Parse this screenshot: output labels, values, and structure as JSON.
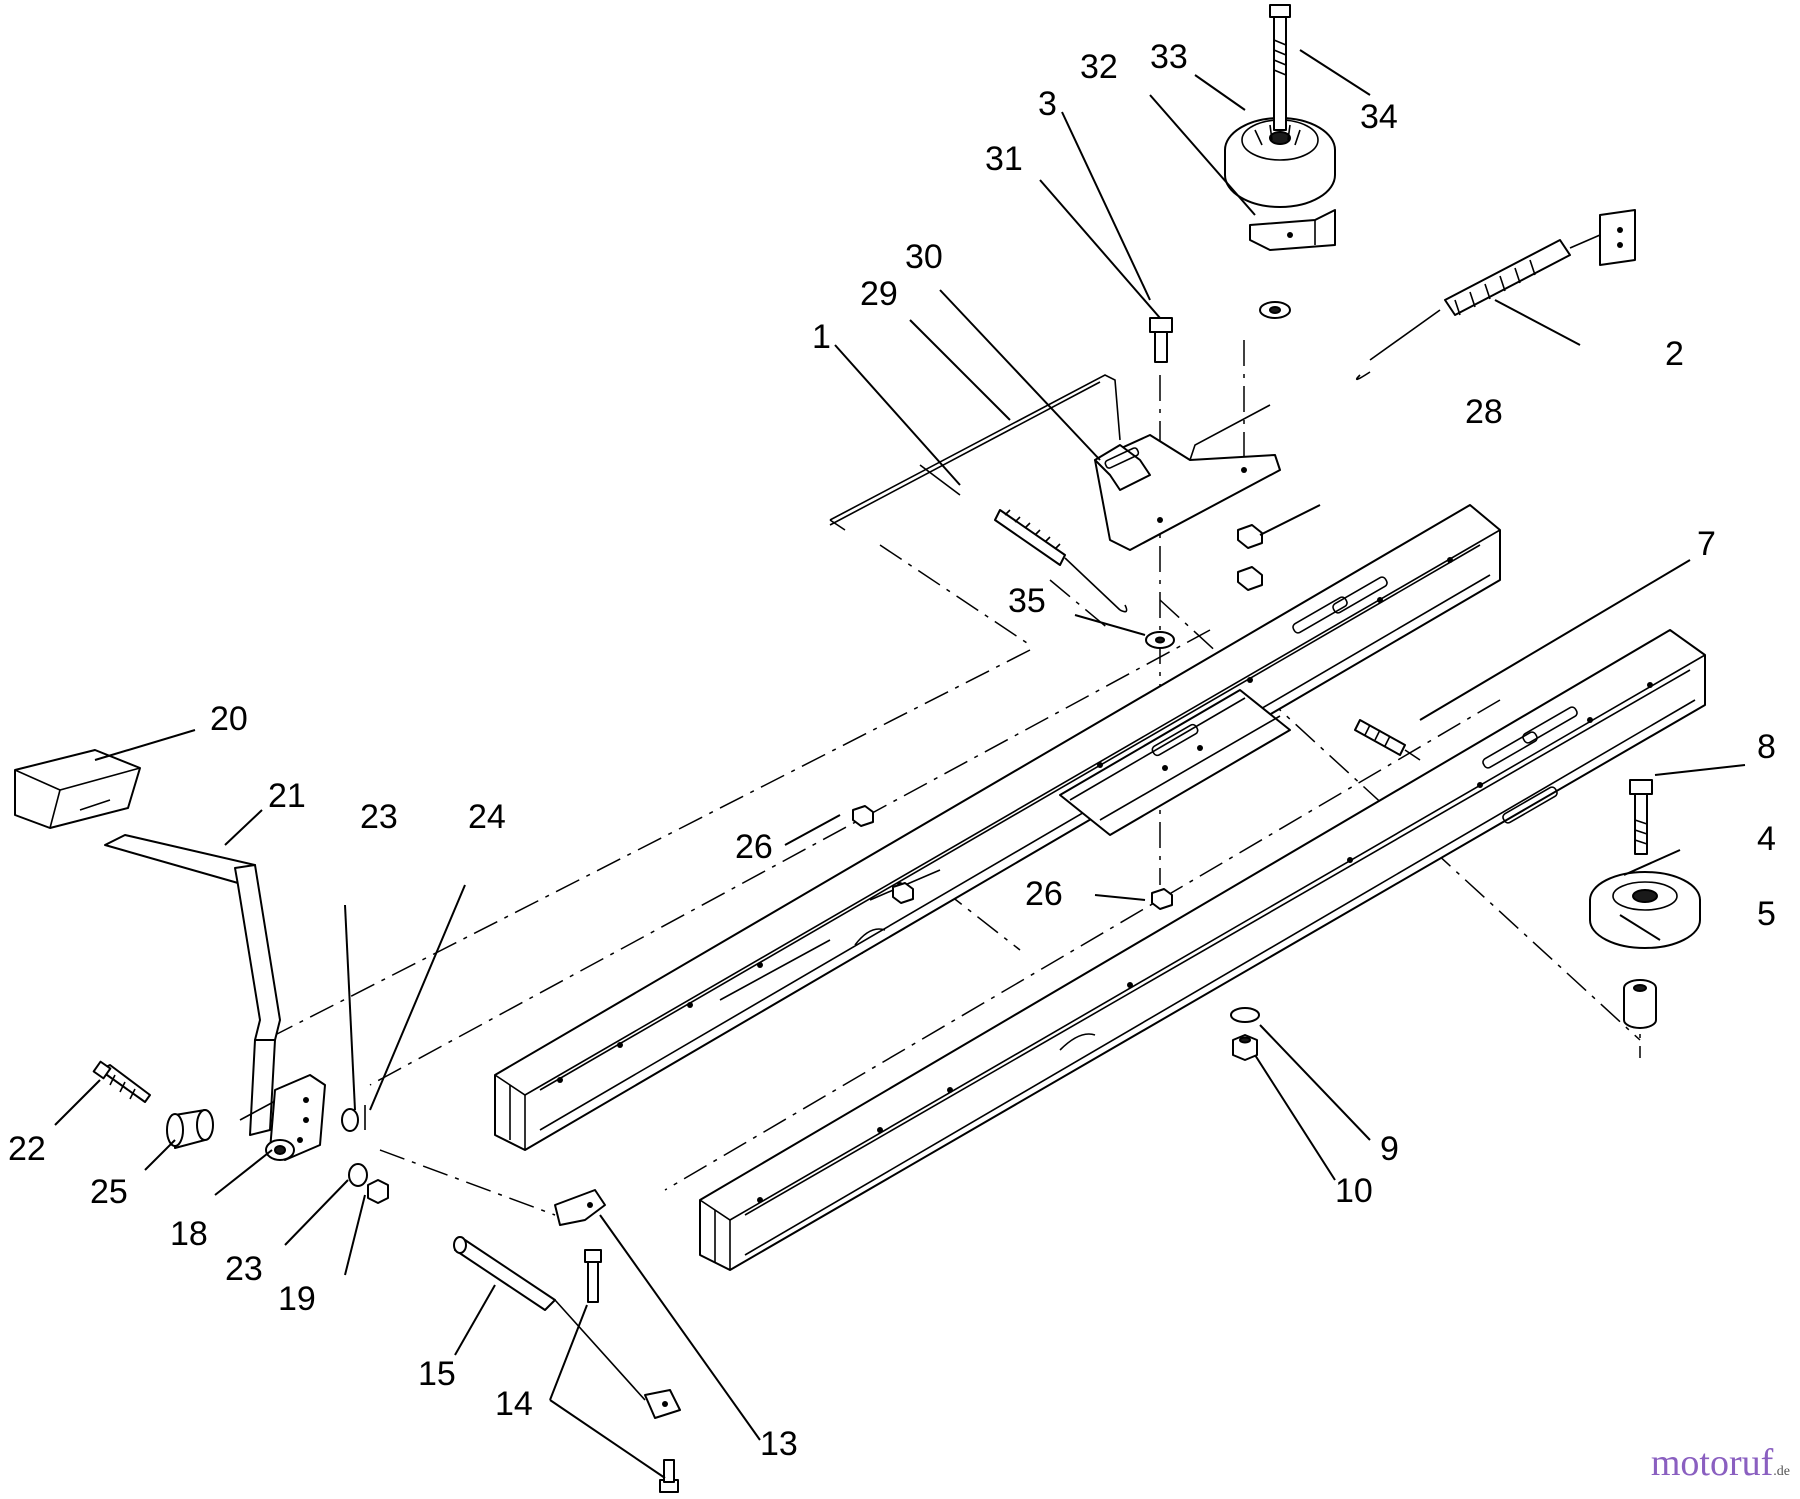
{
  "callouts": [
    {
      "id": "c1",
      "label": "1"
    },
    {
      "id": "c2",
      "label": "2"
    },
    {
      "id": "c3",
      "label": "3"
    },
    {
      "id": "c4",
      "label": "4"
    },
    {
      "id": "c5",
      "label": "5"
    },
    {
      "id": "c7",
      "label": "7"
    },
    {
      "id": "c8",
      "label": "8"
    },
    {
      "id": "c9",
      "label": "9"
    },
    {
      "id": "c10",
      "label": "10"
    },
    {
      "id": "c13",
      "label": "13"
    },
    {
      "id": "c14",
      "label": "14"
    },
    {
      "id": "c15",
      "label": "15"
    },
    {
      "id": "c18",
      "label": "18"
    },
    {
      "id": "c19",
      "label": "19"
    },
    {
      "id": "c20",
      "label": "20"
    },
    {
      "id": "c21",
      "label": "21"
    },
    {
      "id": "c22",
      "label": "22"
    },
    {
      "id": "c23a",
      "label": "23"
    },
    {
      "id": "c23b",
      "label": "23"
    },
    {
      "id": "c24",
      "label": "24"
    },
    {
      "id": "c25",
      "label": "25"
    },
    {
      "id": "c26a",
      "label": "26"
    },
    {
      "id": "c26b",
      "label": "26"
    },
    {
      "id": "c28",
      "label": "28"
    },
    {
      "id": "c29",
      "label": "29"
    },
    {
      "id": "c30",
      "label": "30"
    },
    {
      "id": "c31",
      "label": "31"
    },
    {
      "id": "c32",
      "label": "32"
    },
    {
      "id": "c33",
      "label": "33"
    },
    {
      "id": "c34",
      "label": "34"
    },
    {
      "id": "c35",
      "label": "35"
    }
  ],
  "watermark": {
    "text": "motoruf",
    "suffix": ".de",
    "color": "#8a5fc0"
  }
}
